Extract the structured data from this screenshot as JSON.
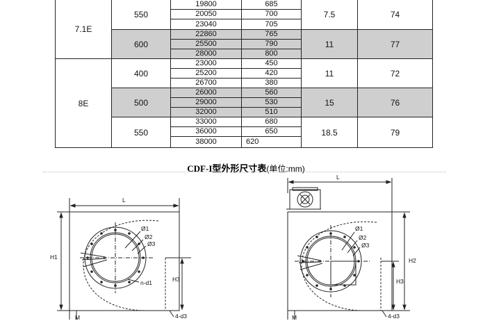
{
  "table": {
    "rows": [
      {
        "model": "7.1E",
        "groups": [
          {
            "rpm_group": "550",
            "shaded": false,
            "flows": [
              "19800",
              "20050",
              "23040"
            ],
            "pressures": [
              "685",
              "700",
              "705"
            ],
            "power": "7.5",
            "noise": "74"
          },
          {
            "rpm_group": "600",
            "shaded": true,
            "flows": [
              "22860",
              "25500",
              "28000"
            ],
            "pressures": [
              "765",
              "790",
              "800"
            ],
            "power": "11",
            "noise": "77"
          }
        ]
      },
      {
        "model": "8E",
        "groups": [
          {
            "rpm_group": "400",
            "shaded": false,
            "flows": [
              "23000",
              "25200",
              "26700"
            ],
            "pressures": [
              "450",
              "420",
              "380"
            ],
            "power": "11",
            "noise": "72"
          },
          {
            "rpm_group": "500",
            "shaded": true,
            "flows": [
              "26000",
              "29000",
              "32000"
            ],
            "pressures": [
              "560",
              "530",
              "510"
            ],
            "power": "15",
            "noise": "76"
          },
          {
            "rpm_group": "550",
            "shaded": false,
            "flows": [
              "33000",
              "36000",
              "38000"
            ],
            "pressures": [
              "680",
              "650",
              "620"
            ],
            "power": "18.5",
            "noise": "79"
          }
        ]
      }
    ]
  },
  "caption": {
    "bold": "CDF-I型外形尺寸表",
    "normal": "(单位:mm)"
  },
  "drawings": {
    "labels": {
      "L": "L",
      "phi1": "Ø1",
      "phi2": "Ø2",
      "phi3": "Ø3",
      "H1": "H1",
      "H2": "H2",
      "H3": "H3",
      "nd1": "n-d1",
      "M": "M",
      "d3": "4-d3"
    }
  },
  "colors": {
    "shade": "#cfcfcf",
    "line": "#222222"
  }
}
